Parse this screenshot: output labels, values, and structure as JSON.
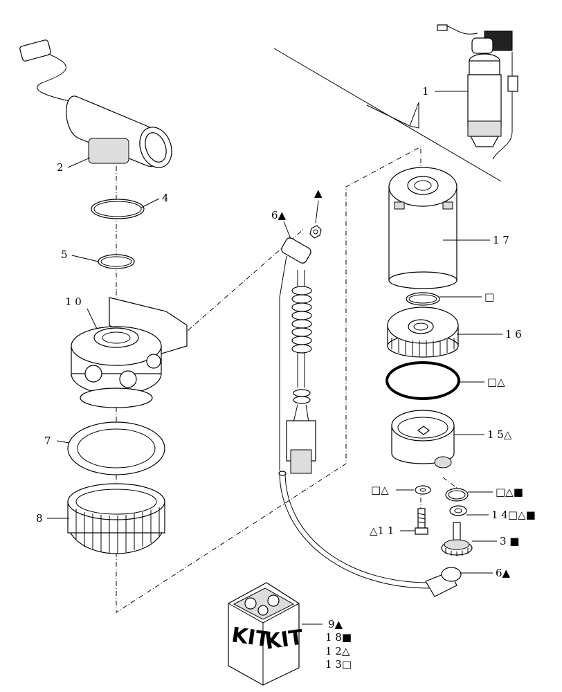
{
  "callouts": {
    "c1": "1",
    "c2": "2",
    "c4": "4",
    "c5": "5",
    "c6a": "6▲",
    "c6b": "6▲",
    "c7": "7",
    "c8": "8",
    "c9": "9▲",
    "c10": "1 0",
    "c11": "△1 1",
    "c12": "1 2△",
    "c13": "1 3□",
    "c14": "1 4□△■",
    "c15": "1 5△",
    "c16": "1 6",
    "c17": "1 7",
    "c18": "1 8■",
    "c3": "3 ■",
    "sq_oring": "□",
    "sq_tri_seal": "□△",
    "sq_tri_washer": "□△",
    "sq_tri_blk_oring": "□△■",
    "nut_marker": "▲"
  },
  "kit": {
    "label_left": "KIT",
    "label_right": "KIT"
  }
}
